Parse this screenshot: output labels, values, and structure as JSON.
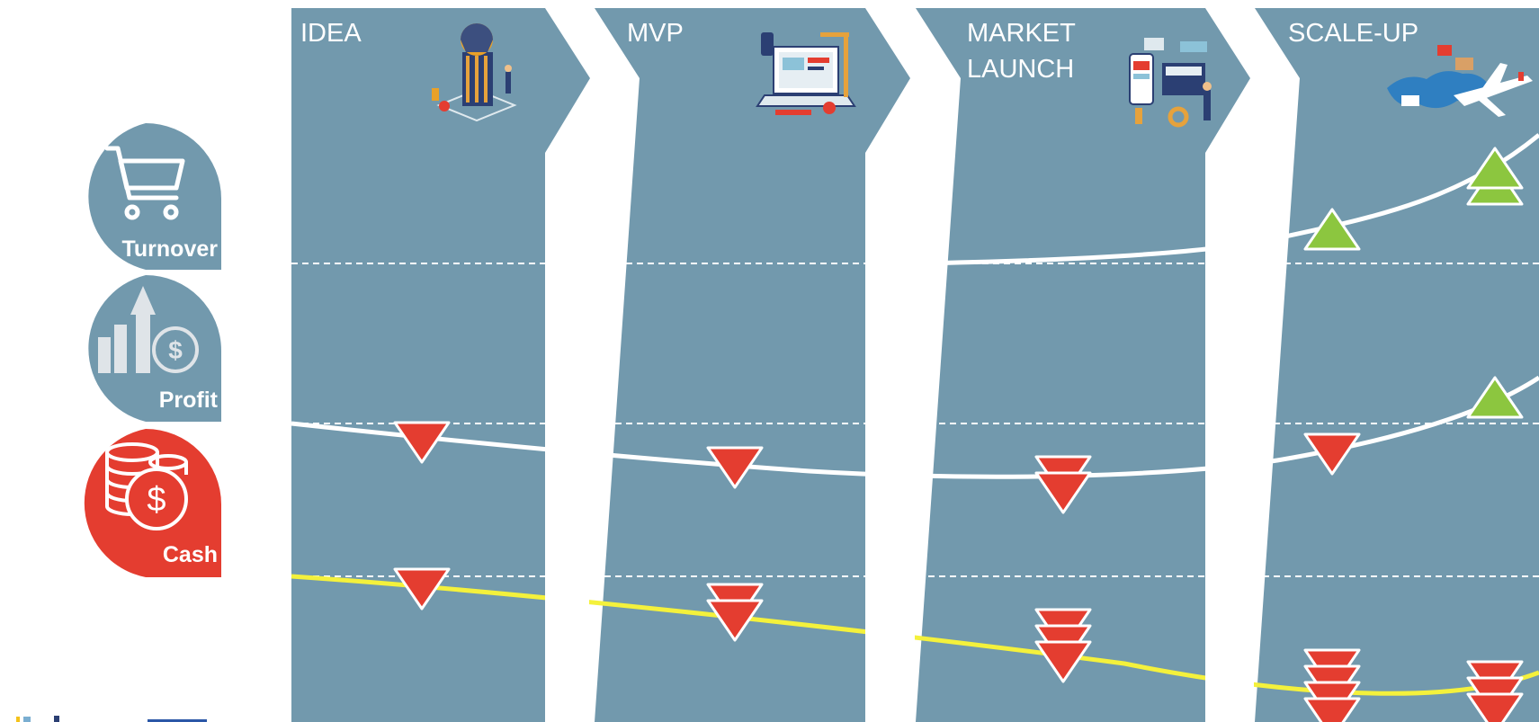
{
  "stages": [
    {
      "id": "idea",
      "label_lines": [
        "IDEA"
      ],
      "illustration": "person-with-lightbulb-illustration"
    },
    {
      "id": "mvp",
      "label_lines": [
        "MVP"
      ],
      "illustration": "laptop-prototype-illustration"
    },
    {
      "id": "market",
      "label_lines": [
        "MARKET",
        "LAUNCH"
      ],
      "illustration": "market-devices-illustration"
    },
    {
      "id": "scale",
      "label_lines": [
        "SCALE-UP"
      ],
      "illustration": "world-map-airplane-illustration"
    }
  ],
  "metrics": [
    {
      "id": "turnover",
      "label": "Turnover",
      "icon": "shopping-cart-icon",
      "color": "#7299ad"
    },
    {
      "id": "profit",
      "label": "Profit",
      "icon": "growth-chart-dollar-icon",
      "color": "#7299ad"
    },
    {
      "id": "cash",
      "label": "Cash",
      "icon": "coin-stack-dollar-icon",
      "color": "#e43d30"
    }
  ],
  "indicators": {
    "turnover": [
      {
        "stage": "scale",
        "direction": "up",
        "count": 1
      },
      {
        "stage": "scale",
        "direction": "up",
        "count": 2
      }
    ],
    "profit": [
      {
        "stage": "idea",
        "direction": "down",
        "count": 1
      },
      {
        "stage": "mvp",
        "direction": "down",
        "count": 1
      },
      {
        "stage": "market",
        "direction": "down",
        "count": 2
      },
      {
        "stage": "scale",
        "direction": "down",
        "count": 1
      },
      {
        "stage": "scale",
        "direction": "up",
        "count": 1
      }
    ],
    "cash": [
      {
        "stage": "idea",
        "direction": "down",
        "count": 1
      },
      {
        "stage": "mvp",
        "direction": "down",
        "count": 2
      },
      {
        "stage": "market",
        "direction": "down",
        "count": 3
      },
      {
        "stage": "scale",
        "direction": "down",
        "count": 4
      },
      {
        "stage": "scale",
        "direction": "down",
        "count": 3
      }
    ]
  },
  "colors": {
    "panel": "#7299ad",
    "curve_turnover": "#ffffff",
    "curve_profit": "#ffffff",
    "curve_cash": "#f4f13c",
    "down_marker": "#e43d30",
    "up_marker": "#8cc63f",
    "baseline": "#ffffff"
  }
}
